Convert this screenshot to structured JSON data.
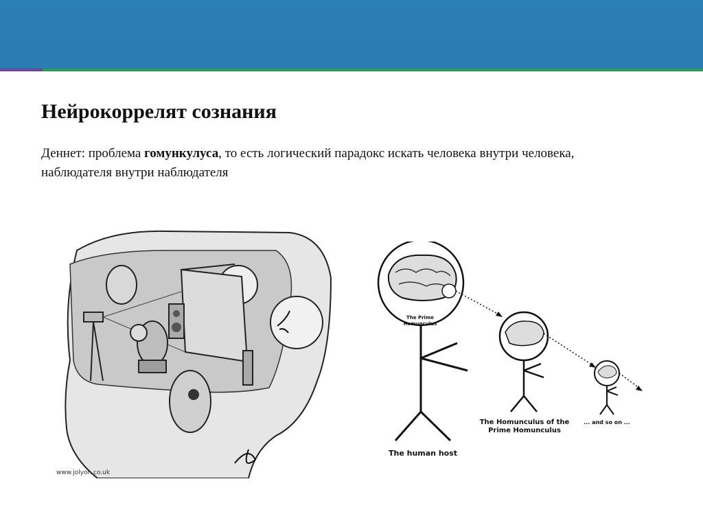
{
  "slide": {
    "title": "Нейрокоррелят сознания",
    "body": {
      "prefix": "Деннет: проблема ",
      "bold": "гомункулуса",
      "suffix": ", то есть логический парадокс искать человека внутри человека, наблюдателя внутри наблюдателя"
    }
  },
  "figure_left": {
    "credit": "www.jolyon.co.uk"
  },
  "figure_right": {
    "prime_label_line1": "The Prime",
    "prime_label_line2": "Homunculus",
    "human_host": "The human host",
    "homunculus_of_prime_line1": "The Homunculus of the",
    "homunculus_of_prime_line2": "Prime Homunculus",
    "and_so_on": "... and so on ..."
  },
  "colors": {
    "header": "#2a7fb3",
    "accent_green": "#2e9a5e",
    "accent_purple": "#6a4a9a"
  }
}
